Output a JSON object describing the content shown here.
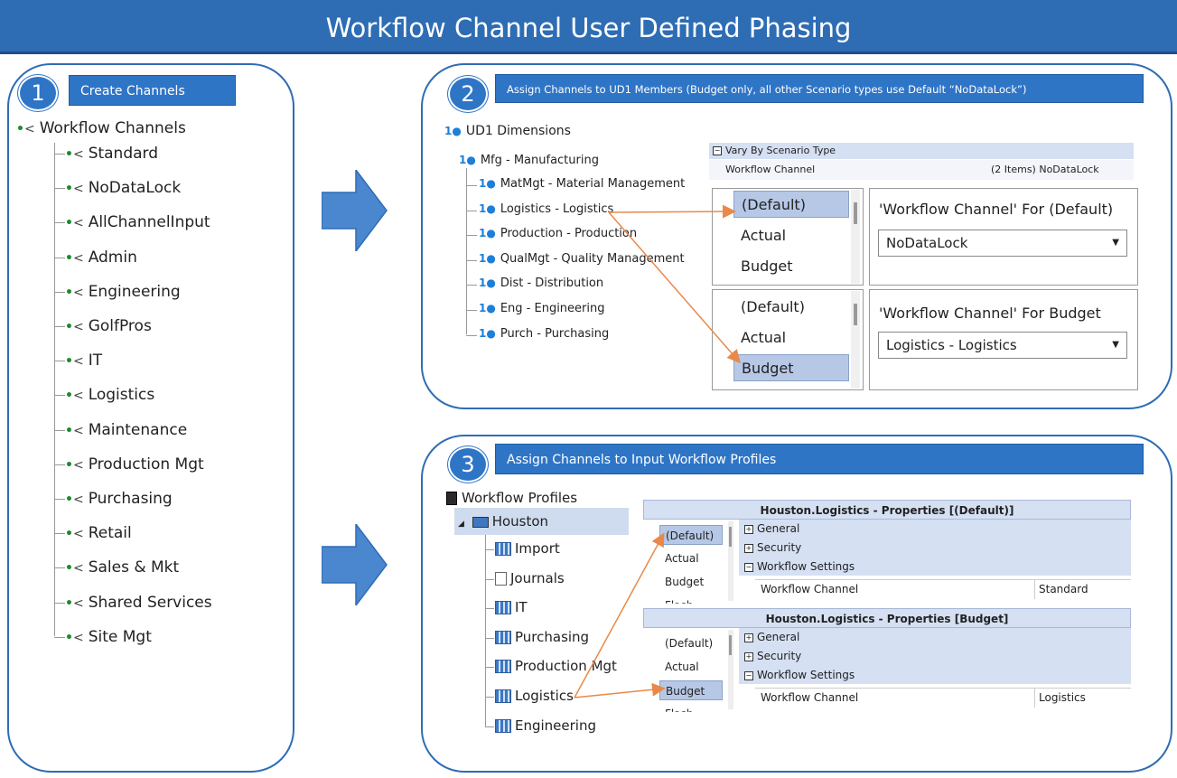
{
  "title": "Workflow Channel User Defined Phasing",
  "step1": {
    "number": "1",
    "header": "Create Channels",
    "root": "Workflow Channels",
    "channels": [
      "Standard",
      "NoDataLock",
      "AllChannelInput",
      "Admin",
      "Engineering",
      "GolfPros",
      "IT",
      "Logistics",
      "Maintenance",
      "Production Mgt",
      "Purchasing",
      "Retail",
      "Sales & Mkt",
      "Shared Services",
      "Site Mgt"
    ]
  },
  "step2": {
    "number": "2",
    "header": "Assign Channels to UD1 Members (Budget only, all other Scenario types use Default “NoDataLock”)",
    "root": "UD1 Dimensions",
    "parent": "Mfg - Manufacturing",
    "members": [
      "MatMgt - Material Management",
      "Logistics - Logistics",
      "Production - Production",
      "QualMgt - Quality Management",
      "Dist - Distribution",
      "Eng - Engineering",
      "Purch - Purchasing"
    ],
    "vary_header": "Vary By Scenario Type",
    "vary_prop": "Workflow Channel",
    "vary_value": "(2 Items) NoDataLock",
    "box1": {
      "scenarios": [
        "(Default)",
        "Actual",
        "Budget"
      ],
      "label": "'Workflow Channel' For (Default)",
      "value": "NoDataLock"
    },
    "box2": {
      "scenarios": [
        "(Default)",
        "Actual",
        "Budget"
      ],
      "label": "'Workflow Channel' For Budget",
      "value": "Logistics - Logistics"
    }
  },
  "step3": {
    "number": "3",
    "header": "Assign Channels to Input Workflow Profiles",
    "root": "Workflow Profiles",
    "parent": "Houston",
    "profiles": [
      "Import",
      "Journals",
      "IT",
      "Purchasing",
      "Production Mgt",
      "Logistics",
      "Engineering"
    ],
    "grid1": {
      "title": "Houston.Logistics - Properties  [(Default)]",
      "scenarios": [
        "(Default)",
        "Actual",
        "Budget",
        "Flash"
      ],
      "sections": [
        "General",
        "Security",
        "Workflow Settings"
      ],
      "prop": "Workflow Channel",
      "value": "Standard"
    },
    "grid2": {
      "title": "Houston.Logistics - Properties  [Budget]",
      "scenarios": [
        "(Default)",
        "Actual",
        "Budget",
        "Flash"
      ],
      "sections": [
        "General",
        "Security",
        "Workflow Settings"
      ],
      "prop": "Workflow Channel",
      "value": "Logistics"
    }
  },
  "colors": {
    "accent": "#2e6db4",
    "arrow": "#e8894a",
    "channel_icon": "#1a8c2a"
  }
}
